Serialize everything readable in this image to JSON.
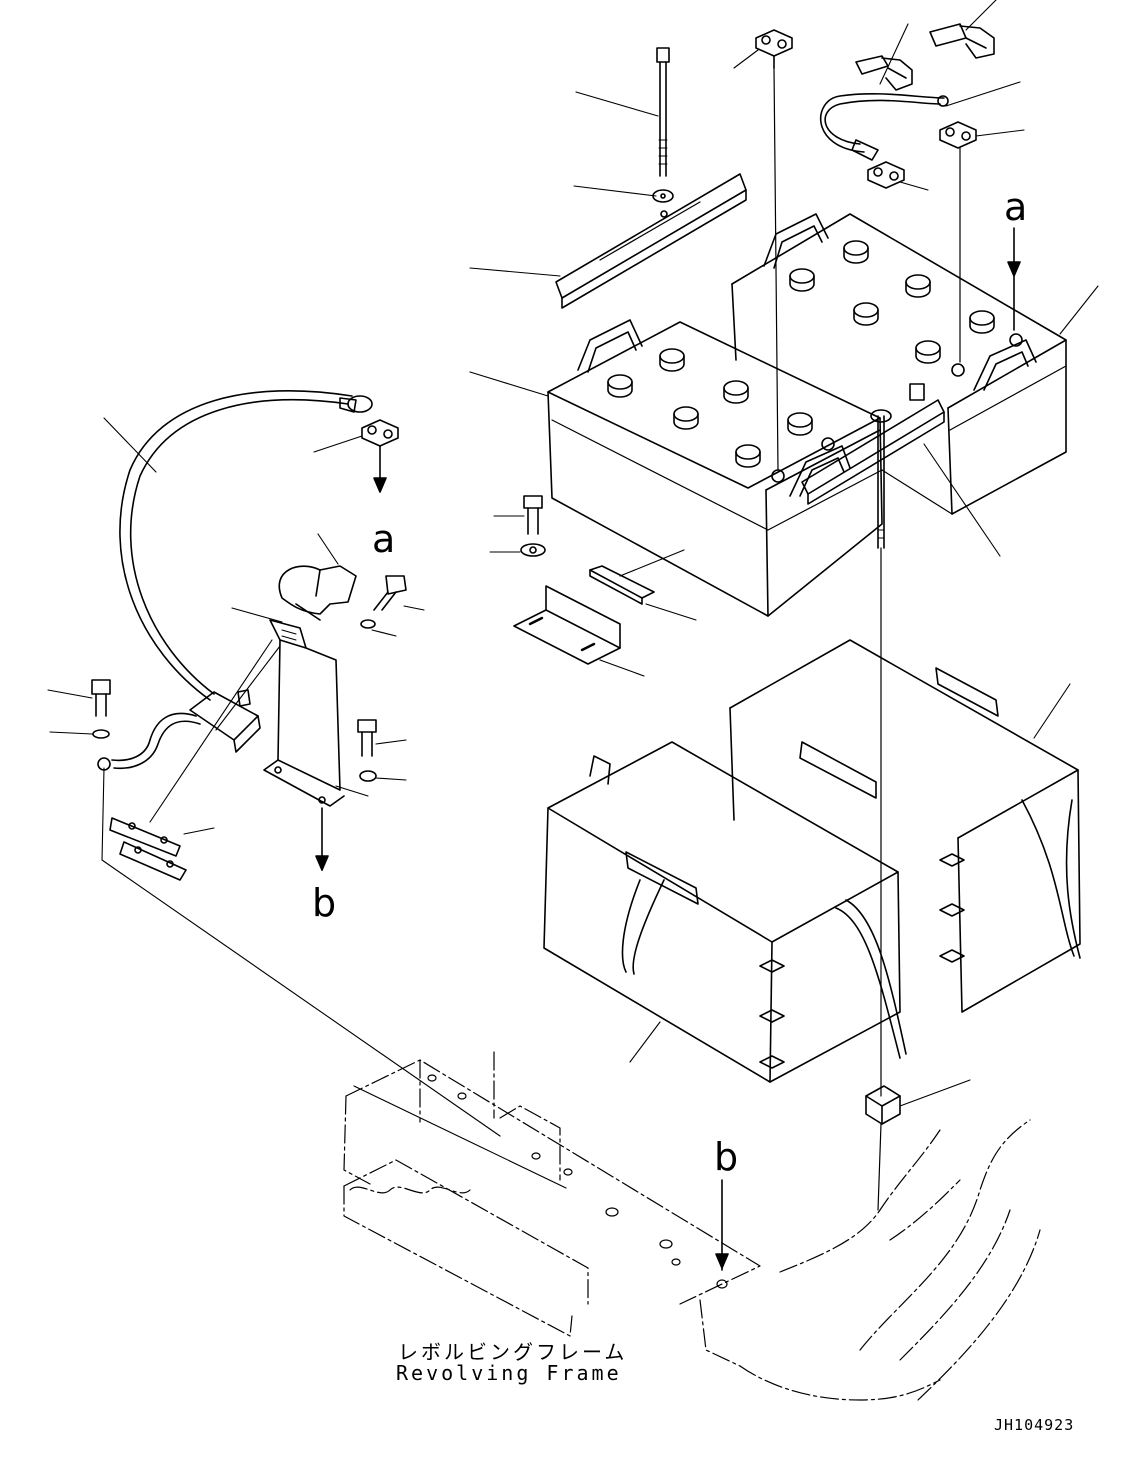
{
  "refs": {
    "a": "a",
    "b": "b"
  },
  "frame_label_jp": "レボルビングフレーム",
  "frame_label_en": "Revolving Frame",
  "drawing_code": "JH104923"
}
